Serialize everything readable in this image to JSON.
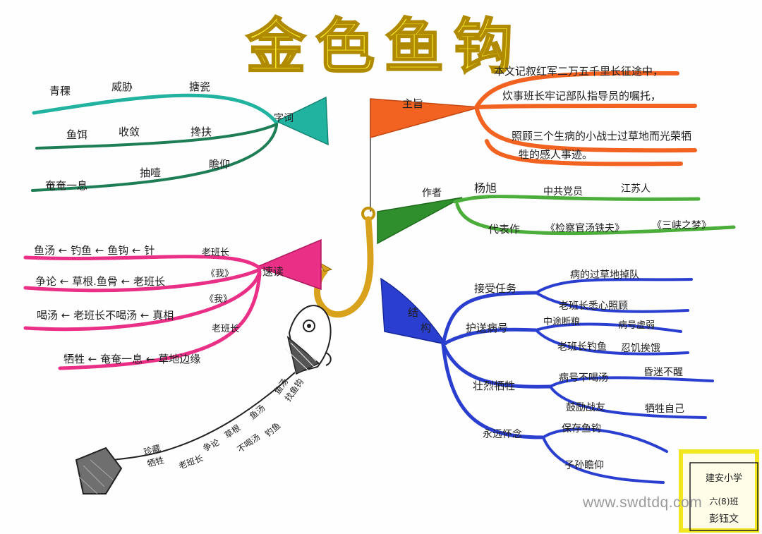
{
  "title": "金色鱼钩",
  "watermark": "www.swdtdq.com",
  "credit": {
    "school": "建安小学",
    "class": "六(8)班",
    "author": "彭钰文"
  },
  "branches": {
    "main_idea": {
      "label": "主旨",
      "lines": [
        "本文记叙红军二万五千里长征途中，",
        "炊事班长牢记部队指导员的嘱托，",
        "照顾三个生病的小战士过草地而光荣牺",
        "牲的感人事迹。"
      ]
    },
    "author": {
      "label": "作者",
      "name": "杨旭",
      "tags": [
        "中共党员",
        "江苏人"
      ],
      "works_label": "代表作",
      "works": [
        "《检察官汤铁夫》",
        "《三峡之梦》"
      ]
    },
    "structure": {
      "label": "结构",
      "groups": [
        {
          "label": "接受任务",
          "items": [
            "病的过草地掉队",
            "老班长悉心照顾"
          ]
        },
        {
          "label": "护送病号",
          "items": [
            "中途断粮",
            "病号虚弱",
            "老班长钓鱼",
            "忍饥挨饿"
          ]
        },
        {
          "label": "壮烈牺牲",
          "items": [
            "病号不喝汤",
            "昏迷不醒",
            "鼓励战友",
            "牺牲自己"
          ]
        },
        {
          "label": "永远怀念",
          "items": [
            "保存鱼钩",
            "子孙瞻仰"
          ]
        }
      ]
    },
    "reading": {
      "label": "速读",
      "rows": [
        {
          "chain": "鱼汤 ← 钓鱼 ← 鱼钩 ← 针",
          "tail": "老班长"
        },
        {
          "chain": "争论 ← 草根.鱼骨 ← 老班长",
          "tail": "《我》"
        },
        {
          "chain": "喝汤 ← 老班长不喝汤 ← 真相",
          "tail": "《我》"
        },
        {
          "chain": "牺牲 ← 奄奄一息 ← 草地边缘",
          "tail": "老班长"
        }
      ]
    },
    "words": {
      "label": "字词",
      "rows": [
        [
          "青稞",
          "威胁",
          "搪瓷"
        ],
        [
          "鱼饵",
          "收敛",
          "搀扶"
        ],
        [
          "奄奄一息",
          "抽噎",
          "瞻仰"
        ]
      ]
    },
    "fish_line": {
      "items": [
        "鱼汤",
        "找鱼钩",
        "鱼汤",
        "草根",
        "不喝汤",
        "争论",
        "钓鱼",
        "老班长",
        "牺牲",
        "珍藏"
      ]
    }
  },
  "colors": {
    "main_idea": "#f26321",
    "author": "#3da33a",
    "structure": "#2a3fcf",
    "reading": "#ea2f86",
    "words": "#22b3a0",
    "hook": "#d9a21c",
    "title_fill": "#f7ea2a",
    "title_stroke": "#c9a100",
    "credit_box": "#f2e61f"
  }
}
